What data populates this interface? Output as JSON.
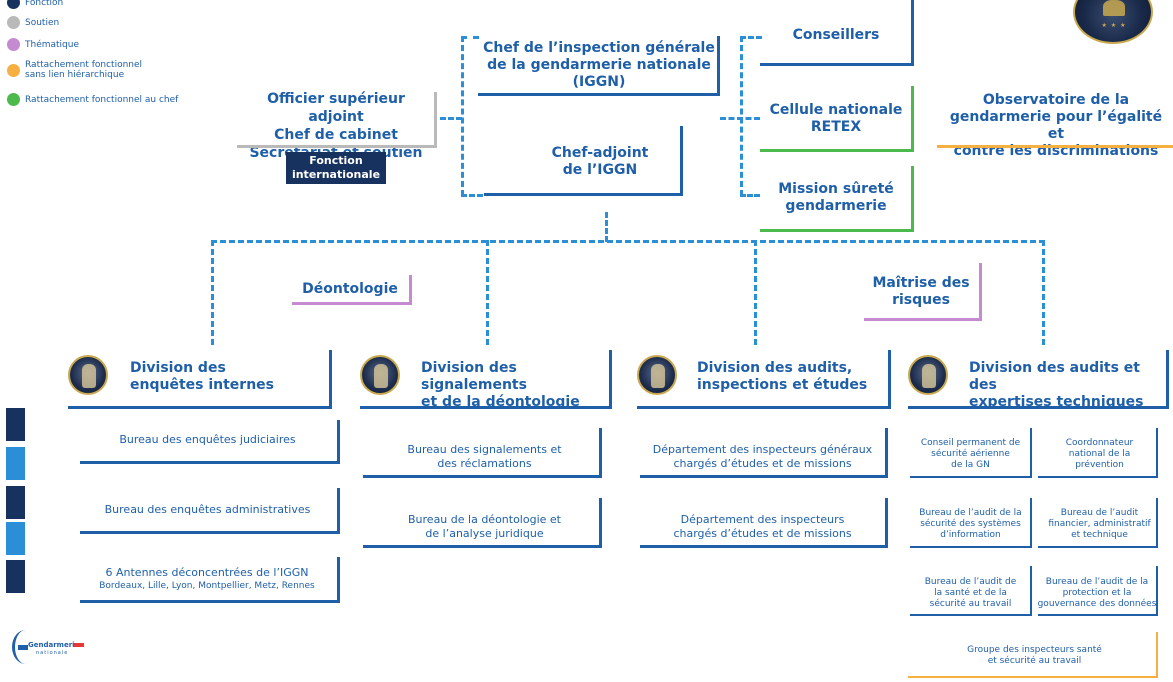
{
  "legend": {
    "items": [
      {
        "label": "Fonction",
        "color": "#17325e"
      },
      {
        "label": "Soutien",
        "color": "#b9b9b9"
      },
      {
        "label": "Thématique",
        "color": "#c48bd0"
      },
      {
        "label_line1": "Rattachement fonctionnel",
        "label_line2": "sans lien hiérarchique",
        "color": "#f5b041"
      },
      {
        "label": "Rattachement fonctionnel au chef",
        "color": "#4cb94c"
      }
    ]
  },
  "top": {
    "chief_line1": "Chef de l’inspection générale",
    "chief_line2": "de la gendarmerie nationale",
    "chief_line3": "(IGGN)",
    "deputy_line1": "Chef-adjoint",
    "deputy_line2": "de l’IGGN",
    "officer_line1": "Officier supérieur adjoint",
    "officer_line2": "Chef de cabinet",
    "officer_line3": "Secrétariat et soutien",
    "intl_line1": "Fonction",
    "intl_line2": "internationale",
    "conseillers": "Conseillers",
    "retex_line1": "Cellule nationale",
    "retex_line2": "RETEX",
    "surete_line1": "Mission sûreté",
    "surete_line2": "gendarmerie",
    "observatoire_line1": "Observatoire de la",
    "observatoire_line2": "gendarmerie pour l’égalité et",
    "observatoire_line3": "contre les discriminations"
  },
  "themes": {
    "deontologie": "Déontologie",
    "risques_line1": "Maîtrise des",
    "risques_line2": "risques"
  },
  "divisions": [
    {
      "title_line1": "Division des",
      "title_line2": "enquêtes internes",
      "bureaus": [
        {
          "line1": "Bureau des enquêtes judiciaires"
        },
        {
          "line1": "Bureau des enquêtes administratives"
        },
        {
          "line1": "6 Antennes déconcentrées de l’IGGN",
          "line2": "Bordeaux, Lille, Lyon, Montpellier, Metz, Rennes"
        }
      ]
    },
    {
      "title_line1": "Division des signalements",
      "title_line2": "et de la déontologie",
      "bureaus": [
        {
          "line1": "Bureau des signalements et",
          "line2": "des réclamations"
        },
        {
          "line1": "Bureau de la déontologie et",
          "line2": "de l’analyse juridique"
        }
      ]
    },
    {
      "title_line1": "Division des audits,",
      "title_line2": "inspections et études",
      "bureaus": [
        {
          "line1": "Département des inspecteurs généraux",
          "line2": "chargés d’études et de missions"
        },
        {
          "line1": "Département des inspecteurs",
          "line2": "chargés d’études et de missions"
        }
      ]
    },
    {
      "title_line1": "Division des audits et des",
      "title_line2": "expertises techniques",
      "bureaus": [
        {
          "line1": "Conseil permanent de",
          "line2": "sécurité aérienne",
          "line3": "de la GN"
        },
        {
          "line1": "Coordonnateur",
          "line2": "national de la",
          "line3": "prévention"
        },
        {
          "line1": "Bureau de l’audit de la",
          "line2": "sécurité des systèmes",
          "line3": "d’information"
        },
        {
          "line1": "Bureau de l’audit",
          "line2": "financier, administratif",
          "line3": "et technique"
        },
        {
          "line1": "Bureau de l’audit de",
          "line2": "la santé et de la",
          "line3": "sécurité au travail"
        },
        {
          "line1": "Bureau de l’audit de la",
          "line2": "protection et la",
          "line3": "gouvernance des données"
        },
        {
          "line1": "Groupe des inspecteurs santé",
          "line2": "et sécurité au travail"
        }
      ]
    }
  ],
  "logo": {
    "line1": "Gendarmerie",
    "line2": "nationale"
  },
  "colors": {
    "accent": "#1f5fa8",
    "fonction": "#17325e",
    "soutien": "#b9b9b9",
    "thematique": "#c48bd0",
    "fonctionnel": "#f5b041",
    "chef": "#4cb94c",
    "dash": "#2a8fd6"
  }
}
